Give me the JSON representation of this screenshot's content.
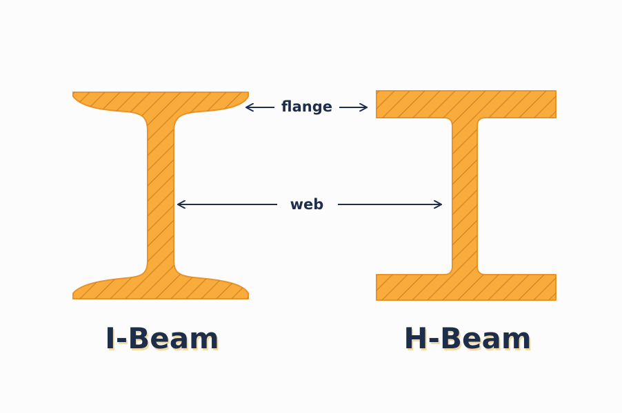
{
  "diagram": {
    "callouts": {
      "flange": "flange",
      "web": "web"
    },
    "beams": [
      {
        "id": "i-beam",
        "label": "I-Beam"
      },
      {
        "id": "h-beam",
        "label": "H-Beam"
      }
    ]
  },
  "colors": {
    "background": "#fcfcfc",
    "steel_fill": "#f9ac3c",
    "steel_outline": "#e8932a",
    "hatch": "#c97a1f",
    "ink": "#1d2d4a",
    "title_shadow": "#f1d9a8"
  }
}
